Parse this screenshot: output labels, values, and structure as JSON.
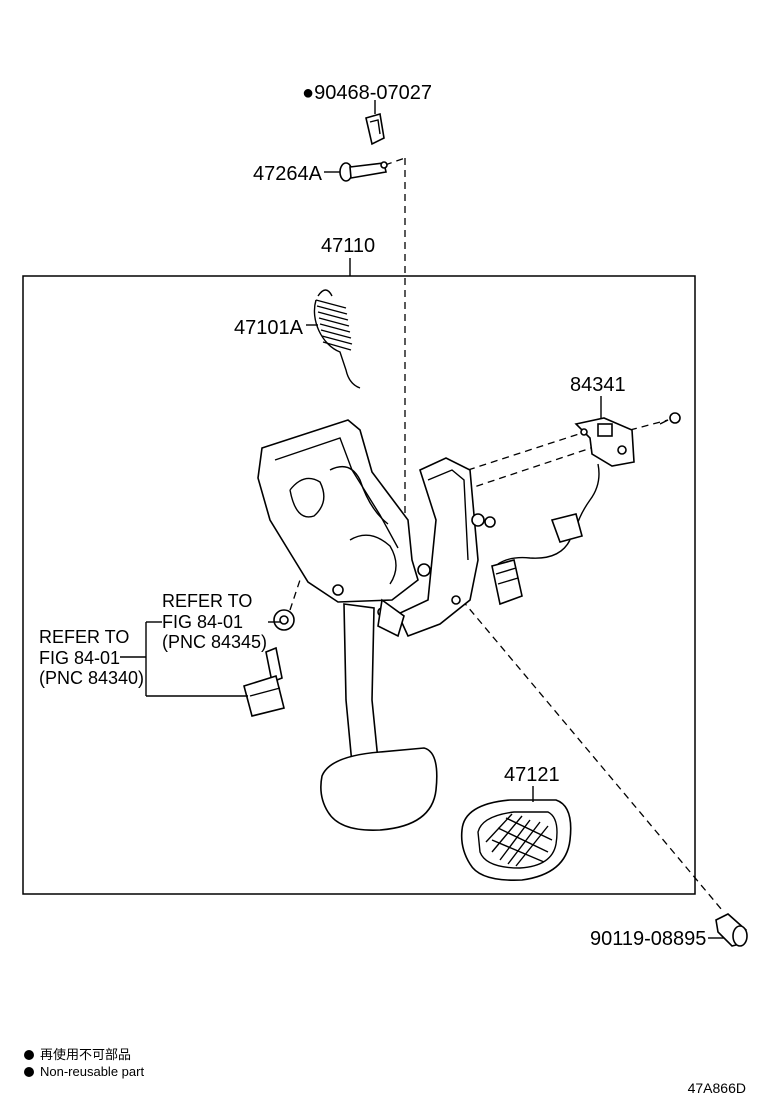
{
  "parts": {
    "p_90468": "●90468-07027",
    "p_47264A": "47264A",
    "p_47110": "47110",
    "p_47101A": "47101A",
    "p_84341": "84341",
    "p_47121": "47121",
    "p_90119": "90119-08895"
  },
  "refs": {
    "ref_a": [
      "REFER TO",
      "FIG 84-01",
      "(PNC 84345)"
    ],
    "ref_b": [
      "REFER TO",
      "FIG 84-01",
      "(PNC 84340)"
    ]
  },
  "legend": {
    "jp": "再使用不可部品",
    "en": "Non-reusable part"
  },
  "figure_id": "47A866D"
}
